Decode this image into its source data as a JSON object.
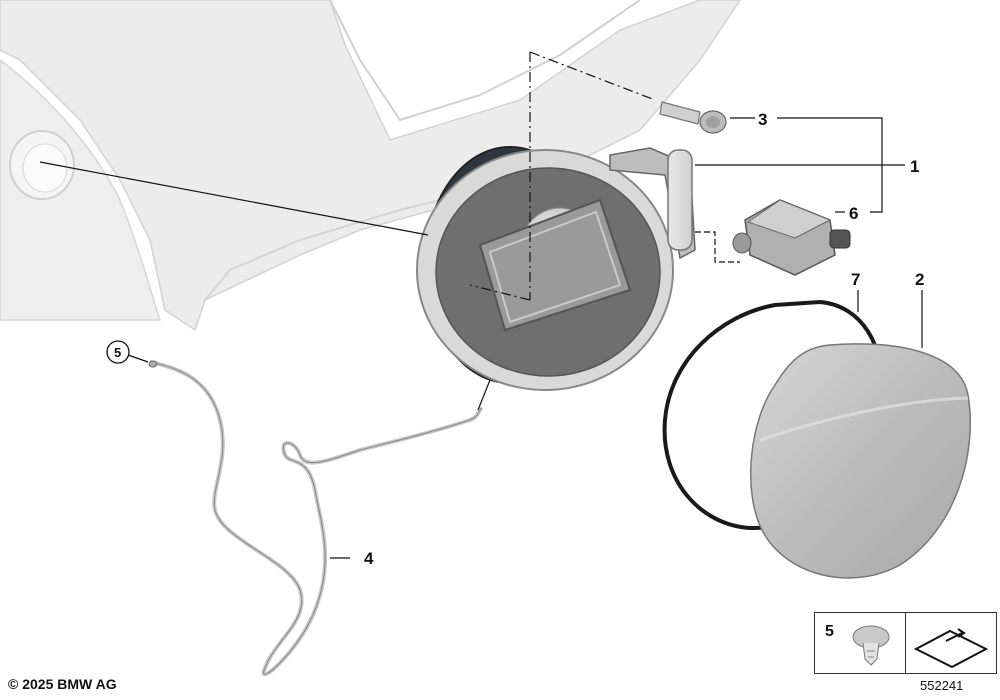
{
  "callouts": {
    "c1": "1",
    "c2": "2",
    "c3": "3",
    "c4": "4",
    "c5": "5",
    "c6": "6",
    "c7": "7"
  },
  "legend": {
    "item_number": "5"
  },
  "footer": {
    "copyright": "© 2025 BMW AG",
    "diagram_id": "552241"
  }
}
